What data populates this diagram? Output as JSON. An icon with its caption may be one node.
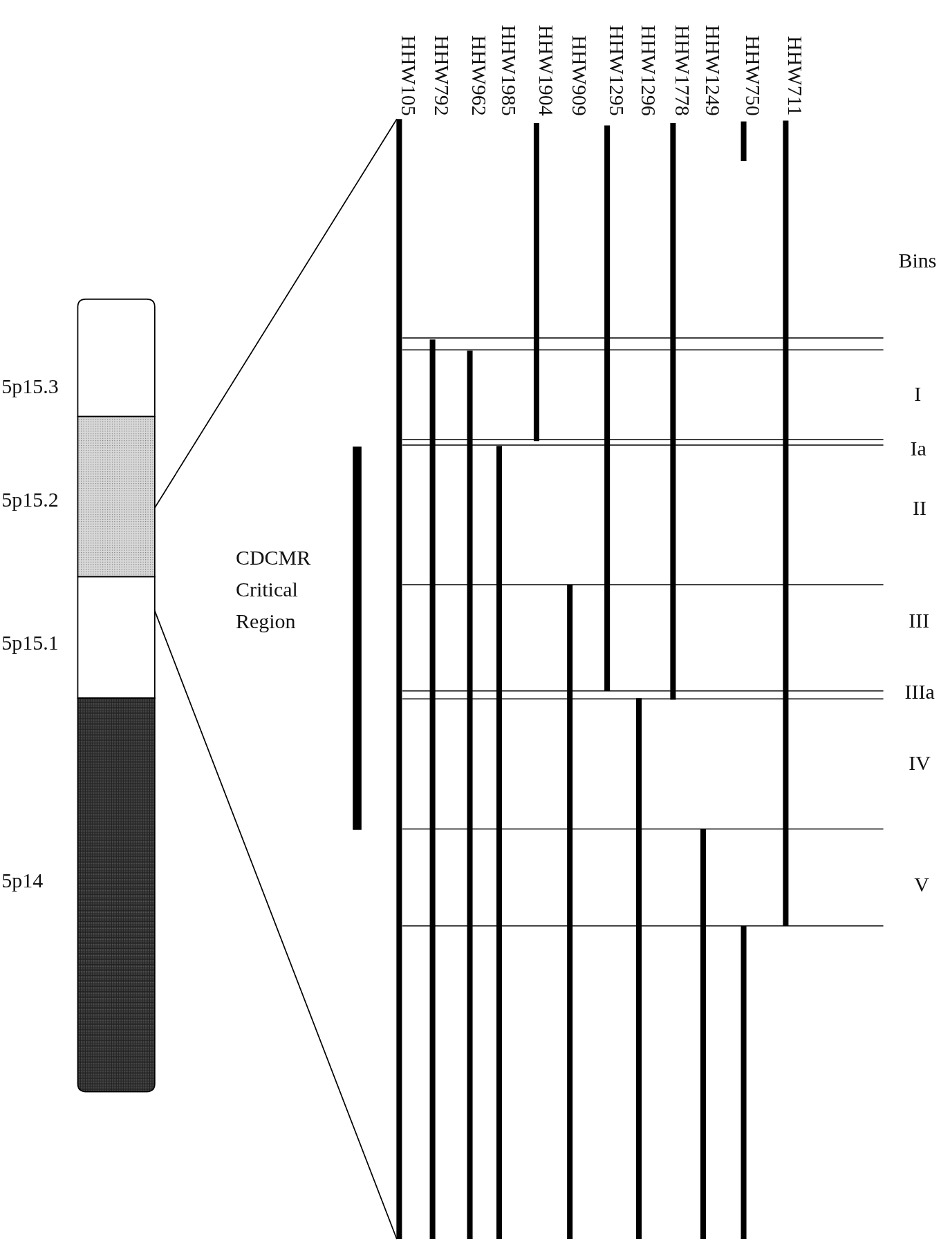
{
  "diagram": {
    "labels": [
      "HHW105",
      "HHW792",
      "HHW962",
      "HHW1985",
      "HHW1904",
      "HHW909",
      "HHW1295",
      "HHW1296",
      "HHW1778",
      "HHW1249",
      "HHW750",
      "HHW711",
      "Bins",
      "5p15.3",
      "I",
      "Ia",
      "5p15.2",
      "II",
      "CDCMR Critical Region",
      "III",
      "5p15.1",
      "IIIa",
      "IV",
      "5p14",
      "V"
    ]
  }
}
